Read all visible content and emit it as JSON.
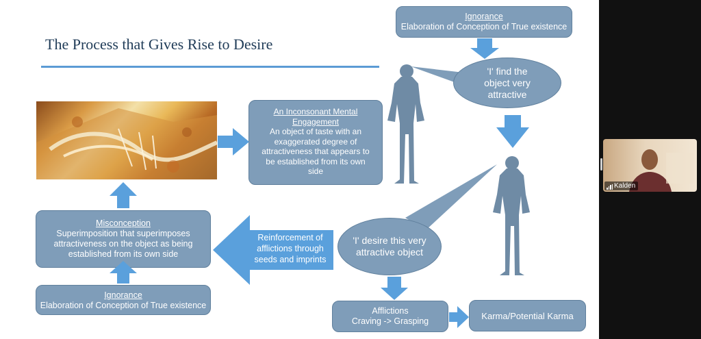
{
  "slide": {
    "title": "The Process that Gives Rise to Desire",
    "top_box": {
      "heading": "Ignorance",
      "text": "Elaboration of Conception of True existence"
    },
    "ellipse_find": {
      "lines": [
        "'I' find the",
        "object very",
        "attractive"
      ]
    },
    "engagement_box": {
      "heading_lines": [
        "An Inconsonant Mental",
        "Engagement"
      ],
      "text_lines": [
        "An object of taste with an",
        "exaggerated degree of",
        "attractiveness that appears to",
        "be established from its own",
        "side"
      ]
    },
    "misconception_box": {
      "heading": "Misconception",
      "text_lines": [
        "Superimposition that superimposes",
        "attractiveness on the object as being",
        "established from its own side"
      ]
    },
    "bottom_box": {
      "heading": "Ignorance",
      "text": "Elaboration of Conception of True existence"
    },
    "reinforcement_arrow": {
      "lines": [
        "Reinforcement of",
        "afflictions through",
        "seeds and imprints"
      ]
    },
    "ellipse_desire": {
      "lines": [
        "'I' desire this very",
        "attractive object"
      ]
    },
    "afflictions_box": {
      "lines": [
        "Afflictions",
        "Craving -> Grasping"
      ]
    },
    "karma_box": {
      "text": "Karma/Potential Karma"
    },
    "colors": {
      "box": "#7f9db9",
      "arrow": "#5aa0dc",
      "silhouette": "#6f8ba5",
      "title": "#1f3b57"
    }
  },
  "video": {
    "participant_name": "Kalden"
  }
}
